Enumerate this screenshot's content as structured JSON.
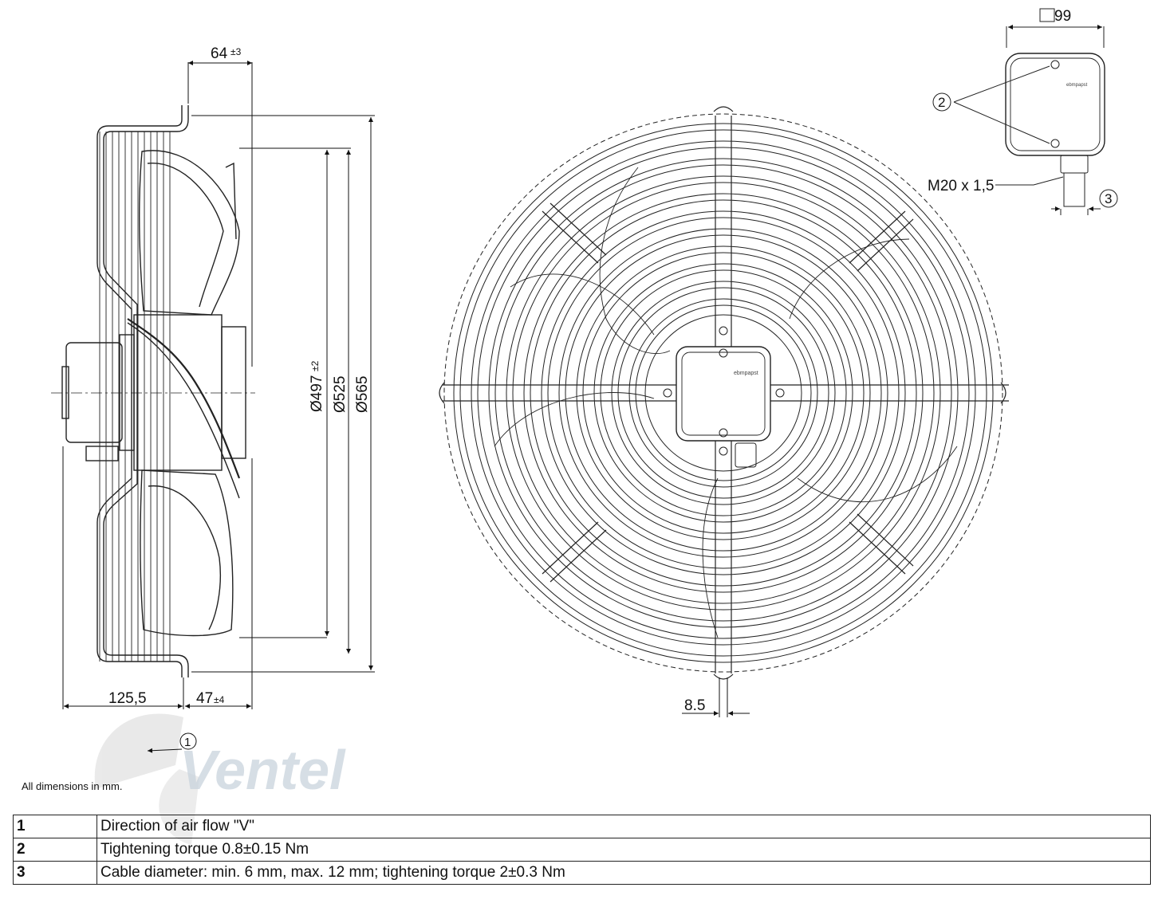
{
  "dimensions": {
    "left_top": "64",
    "left_top_tol": "±3",
    "dia_497": "Ø497",
    "dia_497_tol": "±2",
    "dia_525": "Ø525",
    "dia_565": "Ø565",
    "bottom_left": "125,5",
    "bottom_mid": "47",
    "bottom_mid_tol": "±4",
    "hole": "8.5",
    "box_width": "99",
    "thread": "M20 x 1,5"
  },
  "callouts": {
    "c1": "1",
    "c2": "2",
    "c3": "3"
  },
  "brand_small": "ebmpapst",
  "watermark": "Ventel",
  "note": "All dimensions in mm.",
  "legend": [
    {
      "num": "1",
      "text": "Direction of air flow \"V\""
    },
    {
      "num": "2",
      "text": "Tightening torque 0.8±0.15 Nm"
    },
    {
      "num": "3",
      "text": "Cable diameter: min. 6 mm, max. 12 mm; tightening torque 2±0.3 Nm"
    }
  ]
}
